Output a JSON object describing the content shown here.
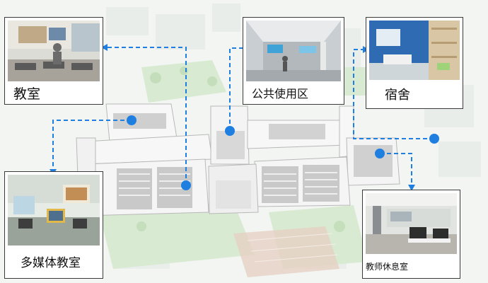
{
  "labels": {
    "classroom": "教室",
    "public_area": "公共使用区",
    "dormitory": "宿舍",
    "multimedia_classroom": "多媒体教室",
    "teacher_lounge": "教师休息室"
  },
  "colors": {
    "connector": "#1e7fe0",
    "card_border": "#3a3a3a",
    "building": "#f0f0f0",
    "room_floor": "#c9c9c9",
    "lawn": "#d8ead0"
  }
}
